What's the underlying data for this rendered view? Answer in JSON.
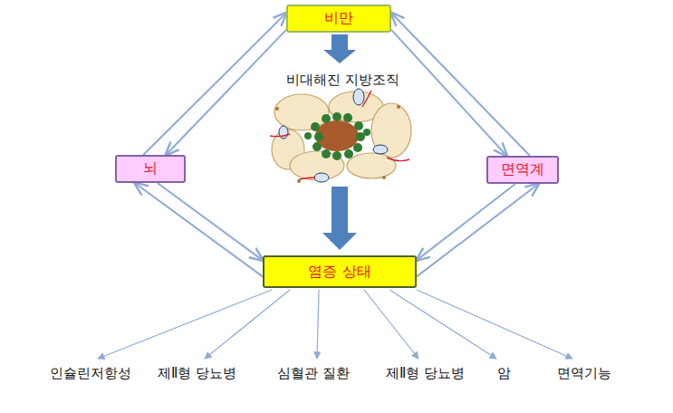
{
  "diagram": {
    "nodes": [
      {
        "text": [
          "비만"
        ]
      },
      {
        "text": [
          "뇌"
        ]
      },
      {
        "text": [
          "면역계"
        ]
      },
      {
        "text": [
          "염증 상태"
        ]
      }
    ],
    "edges": [
      {
        "from": 1,
        "to": 0,
        "arrow": "to"
      },
      {
        "from": 0,
        "to": 1,
        "arrow": "to"
      },
      {
        "from": 2,
        "to": 0,
        "arrow": "to"
      },
      {
        "from": 0,
        "to": 2,
        "arrow": "to"
      },
      {
        "from": 1,
        "to": 3,
        "arrow": "to"
      },
      {
        "from": 3,
        "to": 1,
        "arrow": "to"
      },
      {
        "from": 2,
        "to": 3,
        "arrow": "to"
      },
      {
        "from": 3,
        "to": 2,
        "arrow": "to"
      }
    ],
    "labels": [
      "비대해진 지방조직",
      "인슐린저항성",
      "제Ⅱ형 당뇨병",
      "심혈관 질환",
      "제Ⅱ형 당뇨병",
      "암",
      "면역기능"
    ]
  }
}
